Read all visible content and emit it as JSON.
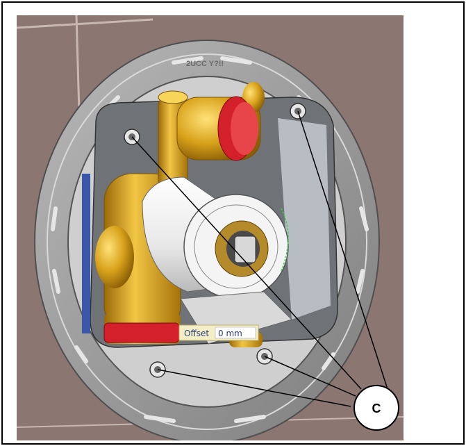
{
  "figure": {
    "overlay": {
      "offset_label": "Offset",
      "offset_value": "0 mm"
    },
    "callout": {
      "label": "C"
    },
    "engraving": "2UCC Y?!!"
  },
  "colors": {
    "wall_tile": "#8b7672",
    "tile_grout": "#c9b7b2",
    "ring_grey": "#9d9d9d",
    "brass": "#d8a21a",
    "red_band": "#d4202a",
    "cartridge_white": "#efefef",
    "offset_box": "#f3eec6",
    "offset_text": "#2a3e7a",
    "frame_border": "#000000"
  }
}
